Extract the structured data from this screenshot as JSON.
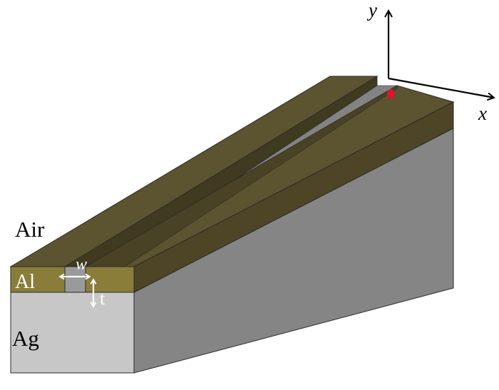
{
  "labels": {
    "air": "Air",
    "al": "Al",
    "ag": "Ag",
    "width": "w",
    "thickness": "t",
    "x_axis": "x",
    "y_axis": "y"
  },
  "colors": {
    "aluminum_top": "#5c5330",
    "aluminum_front": "#8a7d3a",
    "aluminum_side": "#4d4526",
    "silver_front": "#c7c7c7",
    "silver_side": "#858585",
    "slot_bottom": "#838383",
    "slot_wall": "#3f3a20",
    "edge": "#2a2a2a",
    "axis": "#000000",
    "source_marker": "#e0142d",
    "dimension_arrows": "#ffffff"
  },
  "icons": {
    "source": "red-dot-source-icon",
    "width_arrow": "double-headed-horizontal-arrow-icon",
    "thickness_arrow": "double-headed-vertical-arrow-icon"
  }
}
